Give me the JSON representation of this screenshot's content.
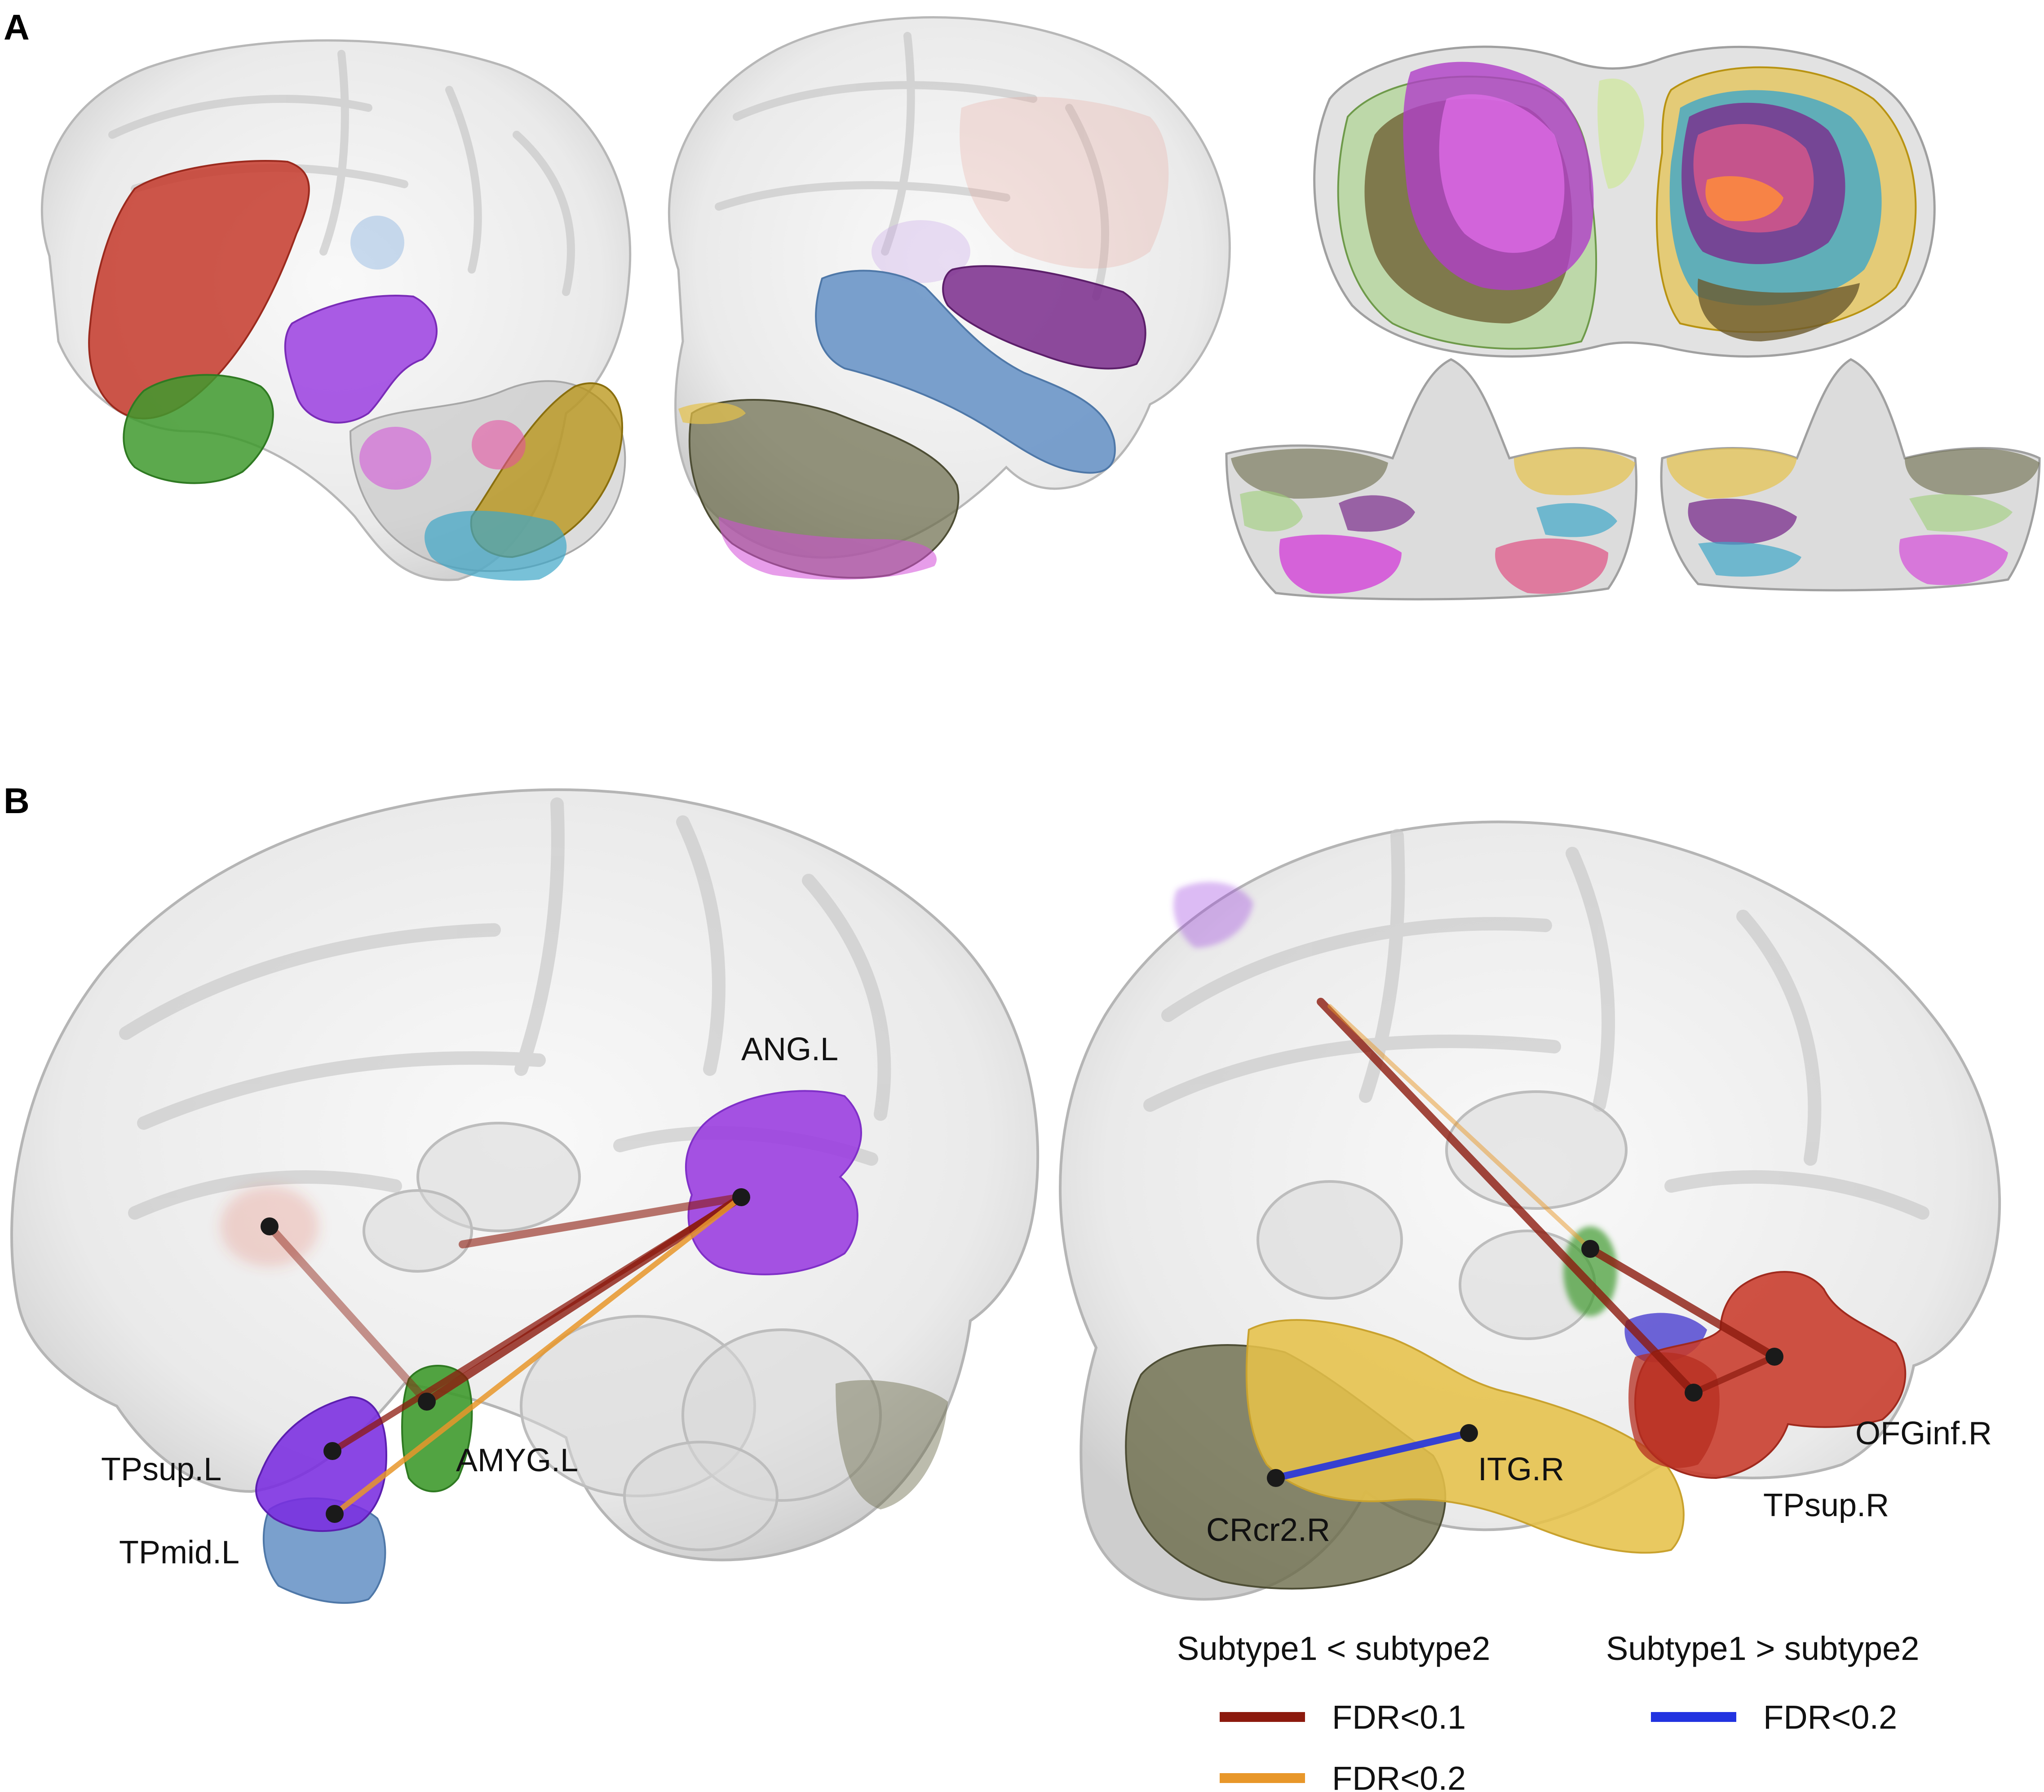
{
  "panel_a": {
    "letter": "A"
  },
  "panel_b": {
    "letter": "B",
    "regions_left": {
      "ang": "ANG.L",
      "tpsup": "TPsup.L",
      "amyg": "AMYG.L",
      "tpmid": "TPmid.L"
    },
    "regions_right": {
      "itg": "ITG.R",
      "ofginf": "OFGinf.R",
      "tpsup": "TPsup.R",
      "crcr2": "CRcr2.R"
    }
  },
  "legend": {
    "group1": {
      "title": "Subtype1 < subtype2",
      "items": [
        {
          "label": "FDR<0.1",
          "color": "#8c1a0e"
        },
        {
          "label": "FDR<0.2",
          "color": "#e8972a"
        }
      ]
    },
    "group2": {
      "title": "Subtype1 > subtype2",
      "items": [
        {
          "label": "FDR<0.2",
          "color": "#2233e0"
        }
      ]
    }
  },
  "colors": {
    "red": "#c83a2a",
    "purple": "#9b3fe0",
    "green": "#3f9a2e",
    "blue": "#6b96c8",
    "yellow": "#e6c24a",
    "olive": "#6b6b4a",
    "magenta": "#d44cd8",
    "cyan": "#3fa6c8",
    "brain": "#d6d6d6"
  }
}
